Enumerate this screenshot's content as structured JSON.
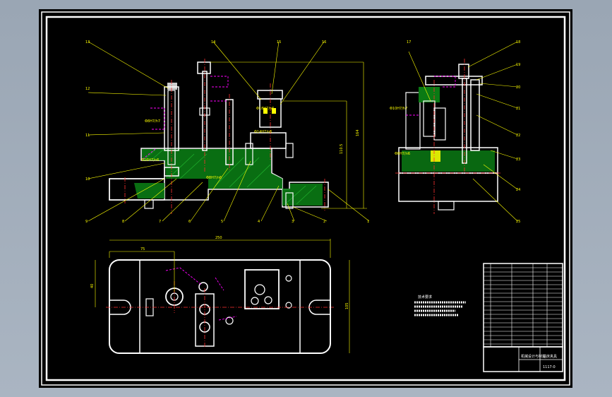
{
  "drawing": {
    "dim_overall_width": "250",
    "dim_offset": "75",
    "dim_side_height": "40",
    "dim_front_height": "105",
    "dim_vertical_a": "164",
    "dim_vertical_b": "110.5",
    "fit_labels": [
      "Φ18H7/n6",
      "Φ14H7/n6",
      "Φ8H7/h7",
      "Φ16H7/n6",
      "Φ8H7/n6",
      "Φ10H7/h7",
      "Φ8H7/n6"
    ],
    "balloon_numbers_left": [
      "13",
      "12",
      "11",
      "10",
      "9"
    ],
    "balloon_numbers_bottom": [
      "8",
      "7",
      "6",
      "5",
      "4",
      "3",
      "2",
      "1"
    ],
    "balloon_numbers_top": [
      "14",
      "15",
      "16"
    ],
    "balloon_numbers_right": [
      "17",
      "18",
      "19",
      "20",
      "21",
      "22",
      "23",
      "24",
      "25"
    ],
    "tech_requirements_title": "技术要求",
    "title_block": {
      "drawing_name": "钻床夹具",
      "drawing_code": "1117-0",
      "subtitle": "机械设计与制造"
    }
  }
}
